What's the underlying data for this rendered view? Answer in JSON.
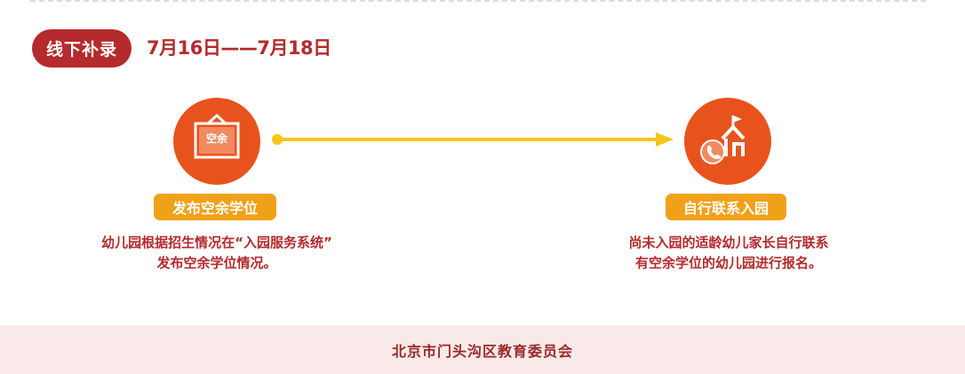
{
  "header": {
    "tag": "线下补录",
    "date_range": "7月16日——7月18日"
  },
  "steps": [
    {
      "icon": "vacancy-sign-icon",
      "icon_text": "空余",
      "label": "发布空余学位",
      "desc_line1": "幼儿园根据招生情况在“入园服务系统”",
      "desc_line2": "发布空余学位情况。"
    },
    {
      "icon": "phone-kindergarten-icon",
      "label": "自行联系入园",
      "desc_line1": "尚未入园的适龄幼儿家长自行联系",
      "desc_line2": "有空余学位的幼儿园进行报名。"
    }
  ],
  "footer": {
    "text": "北京市门头沟区教育委员会"
  },
  "colors": {
    "primary_red": "#b52a2c",
    "icon_orange": "#e8531d",
    "label_amber": "#f0a11a",
    "arrow_yellow": "#f5c518",
    "footer_bg": "#f9e9e8"
  }
}
